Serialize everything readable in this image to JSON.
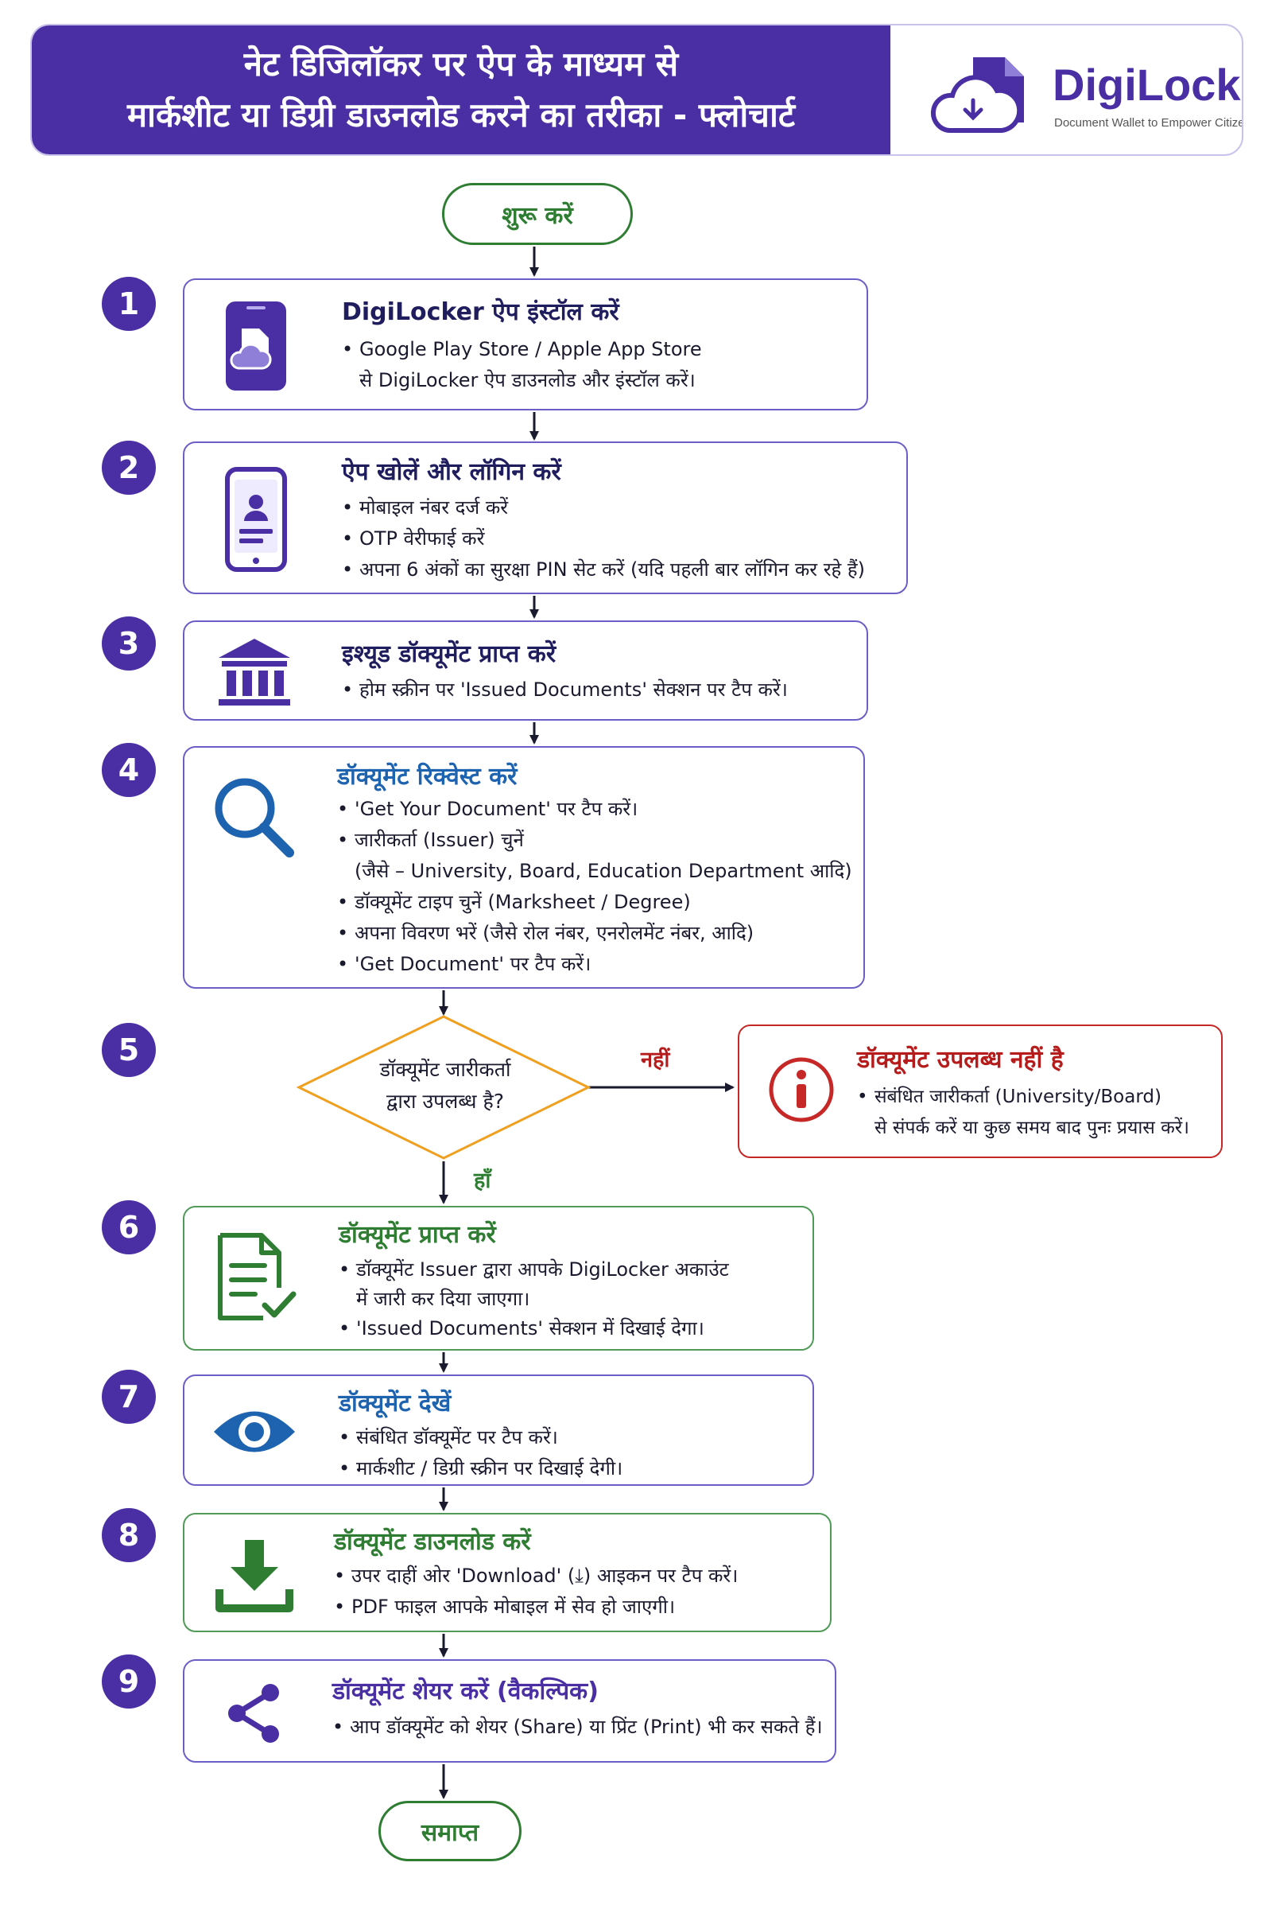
{
  "header": {
    "title_line1": "नेट डिजिलॉकर पर ऐप के माध्यम से",
    "title_line2": "मार्कशीट या डिग्री डाउनलोड करने का तरीका - फ्लोचार्ट",
    "logo_name": "DigiLocker",
    "logo_tagline": "Document Wallet to Empower Citizens"
  },
  "start_label": "शुरू करें",
  "end_label": "समाप्त",
  "steps": [
    {
      "num": "1",
      "title": "DigiLocker ऐप इंस्टॉल करें",
      "icon": "mobile-app-icon",
      "lines": [
        "Google Play Store / Apple App Store",
        "से DigiLocker ऐप डाउनलोड और इंस्टॉल करें।"
      ]
    },
    {
      "num": "2",
      "title": "ऐप खोलें और लॉगिन करें",
      "icon": "phone-user-icon",
      "lines": [
        "मोबाइल नंबर दर्ज करें",
        "OTP वेरीफाई करें",
        "अपना 6 अंकों का सुरक्षा PIN सेट करें (यदि पहली बार लॉगिन कर रहे हैं)"
      ]
    },
    {
      "num": "3",
      "title": "इश्यूड डॉक्यूमेंट प्राप्त करें",
      "icon": "bank-building-icon",
      "lines": [
        "होम स्क्रीन पर 'Issued Documents' सेक्शन पर टैप करें।"
      ]
    },
    {
      "num": "4",
      "title": "डॉक्यूमेंट रिक्वेस्ट करें",
      "icon": "search-icon",
      "lines": [
        "'Get Your Document' पर टैप करें।",
        "जारीकर्ता (Issuer) चुनें",
        "(जैसे – University, Board, Education Department आदि)",
        "डॉक्यूमेंट टाइप चुनें (Marksheet / Degree)",
        "अपना विवरण भरें (जैसे रोल नंबर, एनरोलमेंट नंबर, आदि)",
        "'Get Document' पर टैप करें।"
      ]
    },
    {
      "num": "5",
      "question_line1": "डॉक्यूमेंट जारीकर्ता",
      "question_line2": "द्वारा उपलब्ध है?",
      "no_label": "नहीं",
      "yes_label": "हाँ",
      "unavailable_title": "डॉक्यूमेंट उपलब्ध नहीं है",
      "unavailable_icon": "info-icon",
      "unavailable_lines": [
        "संबंधित जारीकर्ता (University/Board)",
        "से संपर्क करें या कुछ समय बाद पुनः प्रयास करें।"
      ]
    },
    {
      "num": "6",
      "title": "डॉक्यूमेंट प्राप्त करें",
      "icon": "document-check-icon",
      "lines": [
        "डॉक्यूमेंट Issuer द्वारा आपके DigiLocker अकाउंट",
        "में जारी कर दिया जाएगा।",
        "'Issued Documents' सेक्शन में दिखाई देगा।"
      ]
    },
    {
      "num": "7",
      "title": "डॉक्यूमेंट देखें",
      "icon": "eye-icon",
      "lines": [
        "संबंधित डॉक्यूमेंट पर टैप करें।",
        "मार्कशीट / डिग्री स्क्रीन पर दिखाई देगी।"
      ]
    },
    {
      "num": "8",
      "title": "डॉक्यूमेंट डाउनलोड करें",
      "icon": "download-icon",
      "lines": [
        "उपर दाहीं ओर 'Download' (⤓) आइकन पर टैप करें।",
        "PDF फाइल आपके मोबाइल में सेव हो जाएगी।"
      ]
    },
    {
      "num": "9",
      "title": "डॉक्यूमेंट शेयर करें (वैकल्पिक)",
      "icon": "share-icon",
      "lines": [
        "आप डॉक्यूमेंट को शेयर (Share) या प्रिंट (Print) भी कर सकते हैं।"
      ]
    }
  ],
  "colors": {
    "primary": "#4a2ea3",
    "green": "#2e7d32",
    "blue": "#1e63b0",
    "red": "#b71c1c",
    "decision_border": "#f0a020"
  }
}
